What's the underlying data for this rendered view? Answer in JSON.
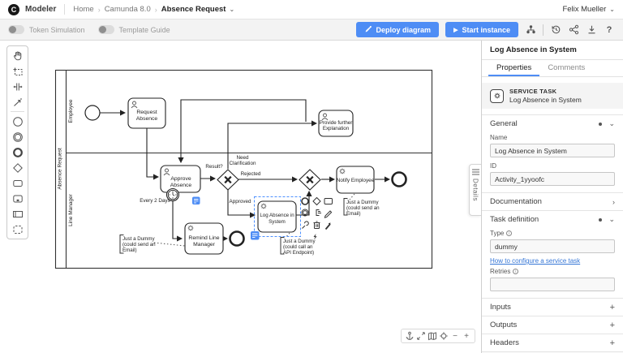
{
  "header": {
    "logo_letter": "C",
    "app_name": "Modeler",
    "breadcrumb": {
      "home": "Home",
      "project": "Camunda 8.0",
      "file": "Absence Request"
    },
    "user_name": "Felix Mueller"
  },
  "toolbar": {
    "token_simulation": "Token Simulation",
    "template_guide": "Template Guide",
    "deploy_button": "Deploy diagram",
    "start_button": "Start instance",
    "help": "?"
  },
  "diagram": {
    "pool_label": "Absence Request",
    "lane_top": "Employee",
    "lane_bottom": "Line Manager",
    "tasks": {
      "request_l1": "Request",
      "request_l2": "Absence",
      "approve_l1": "Approve",
      "approve_l2": "Absence",
      "provide_l1": "Provide further",
      "provide_l2": "Explanation",
      "remind_l1": "Remind Line",
      "remind_l2": "Manager",
      "log_l1": "Log Absence in",
      "log_l2": "System",
      "notify": "Notify Employee"
    },
    "flow_labels": {
      "result": "Result?",
      "need_l1": "Need",
      "need_l2": "Clarification",
      "rejected": "Rejected",
      "approved": "Approved",
      "timer": "Every 2 Days"
    },
    "annotations": {
      "remind_l1": "Just a Dummy",
      "remind_l2": "(could send an",
      "remind_l3": "Email)",
      "log_l1": "Just a Dummy",
      "log_l2": "(could call an",
      "log_l3": "API Endpoint)",
      "notify_l1": "Just a Dummy",
      "notify_l2": "(could send an",
      "notify_l3": "Email)"
    }
  },
  "panel": {
    "title": "Log Absence in System",
    "tab_properties": "Properties",
    "tab_comments": "Comments",
    "element_type": "SERVICE TASK",
    "element_name": "Log Absence in System",
    "general_label": "General",
    "name_label": "Name",
    "name_value": "Log Absence in System",
    "id_label": "ID",
    "id_value": "Activity_1yyoofc",
    "documentation_label": "Documentation",
    "task_definition_label": "Task definition",
    "type_label": "Type",
    "type_value": "dummy",
    "link_text": "How to configure a service task",
    "retries_label": "Retries",
    "retries_value": "",
    "inputs_label": "Inputs",
    "outputs_label": "Outputs",
    "headers_label": "Headers",
    "details_tab": "Details"
  },
  "colors": {
    "accent_blue": "#4e8df5",
    "selection_blue": "#4d90ff",
    "toolbar_bg": "#f3f3f3"
  },
  "icons": {
    "palette": [
      "hand-tool",
      "lasso-tool",
      "space-tool",
      "global-connect-tool",
      "start-event",
      "intermediate-event",
      "end-event",
      "gateway",
      "task",
      "subprocess",
      "participant",
      "group"
    ],
    "header_actions": [
      "sitemap-icon",
      "history-icon",
      "share-icon",
      "download-icon",
      "help-icon"
    ],
    "canvas_controls": [
      "anchor-icon",
      "fit-view-icon",
      "minimap-icon",
      "reset-view-icon",
      "zoom-out-icon",
      "zoom-in-icon"
    ],
    "context_pad": [
      "append-end-event-icon",
      "append-gateway-icon",
      "append-task-icon",
      "append-intermediate-event-icon",
      "append-annotation-icon",
      "edit-icon",
      "wrench-icon",
      "trash-icon",
      "connect-icon",
      "lightning-icon"
    ]
  }
}
